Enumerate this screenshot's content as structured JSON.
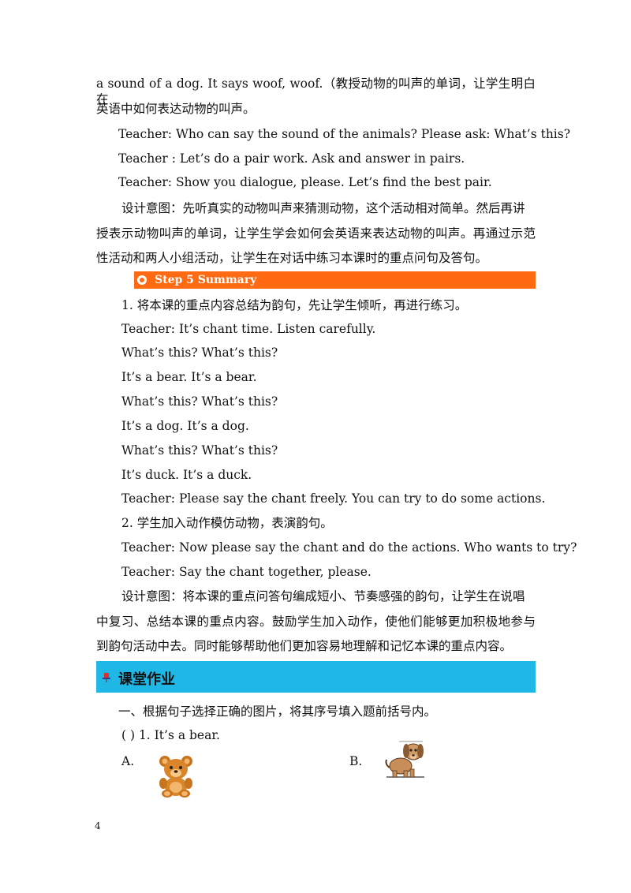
{
  "lines": {
    "l1": "a sound of a dog. It says woof, woof.（教授动物的叫声的单词，让学生明白在",
    "l2": "英语中如何表达动物的叫声。",
    "l3": "Teacher: Who can say the sound of the animals? Please ask: What’s this?",
    "l4": "Teacher : Let’s do a pair work. Ask and answer in pairs.",
    "l5": "Teacher: Show you dialogue, please. Let’s find the best pair.",
    "l6": "设计意图：先听真实的动物叫声来猜测动物，这个活动相对简单。然后再讲",
    "l7": "授表示动物叫声的单词，让学生学会如何会英语来表达动物的叫声。再通过示范",
    "l8": "性活动和两人小组活动，让学生在对话中练习本课时的重点问句及答句。"
  },
  "step5": {
    "title": "Step 5 Summary"
  },
  "summary": {
    "s1": "1. 将本课的重点内容总结为韵句，先让学生倾听，再进行练习。",
    "s2": "Teacher: It’s chant time. Listen carefully.",
    "s3": "What’s this? What’s this?",
    "s4": "It’s a bear. It’s a bear.",
    "s5": "What’s this? What’s this?",
    "s6": "It’s a dog. It’s a dog.",
    "s7": "What’s this? What’s this?",
    "s8": "It’s duck. It’s a duck.",
    "s9": "Teacher: Please say the chant freely. You can try to do some actions.",
    "s10": "2. 学生加入动作模仿动物，表演韵句。",
    "s11": "Teacher: Now please say the chant and do the actions. Who wants to try?",
    "s12": "Teacher: Say the chant together, please.",
    "s13": "设计意图：将本课的重点问答句编成短小、节奏感强的韵句，让学生在说唱",
    "s14": "中复习、总结本课的重点内容。鼓励学生加入动作，使他们能够更加积极地参与",
    "s15": "到韵句活动中去。同时能够帮助他们更加容易地理解和记忆本课的重点内容。"
  },
  "homework": {
    "title": "课堂作业",
    "instruction": "一、根据句子选择正确的图片，将其序号填入题前括号内。",
    "q1": "(    ) 1. It’s  a  bear.",
    "optA": "A.",
    "optB": "B."
  },
  "page_number": "4",
  "colors": {
    "step_bar": "#ff6a13",
    "homework_bar": "#1fb8e6"
  },
  "icons": {
    "step": "circle-bullet-icon",
    "homework": "pin-icon",
    "bear": "teddy-bear-picture",
    "dog": "dog-picture"
  }
}
